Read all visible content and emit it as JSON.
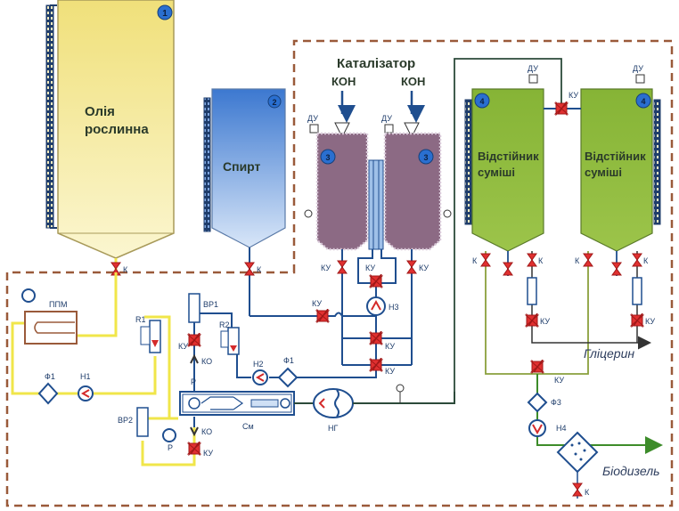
{
  "diagram": {
    "title": "Технологічна схема виробництва біодизеля",
    "tanks": {
      "oil": {
        "label_line1": "Олія",
        "label_line2": "рослинна",
        "number": "1",
        "color": "#f3e79a"
      },
      "alcohol": {
        "label": "Спирт",
        "number": "2",
        "color": "#5b8fd6"
      },
      "reactor_left": {
        "number": "3",
        "color": "#8c6a84"
      },
      "reactor_right": {
        "number": "3",
        "color": "#8c6a84"
      },
      "settler_left": {
        "label_line1": "Відстійник",
        "label_line2": "суміші",
        "number": "4",
        "color": "#8fb83a"
      },
      "settler_right": {
        "label_line1": "Відстійник",
        "label_line2": "суміші",
        "number": "4",
        "color": "#8fb83a"
      }
    },
    "catalyst": {
      "title": "Каталізатор",
      "feed_left": "КОН",
      "feed_right": "КОН"
    },
    "equipment": {
      "heater": "ППМ",
      "filter1": "Ф1",
      "pump1": "Н1",
      "rotameter1": "R1",
      "rotameter2": "R2",
      "dispenser1": "ВР1",
      "dispenser2": "ВР2",
      "pump2": "Н2",
      "filter_f1b": "Ф1",
      "pump3": "Н3",
      "mixer": "См",
      "homogenizer": "НГ",
      "filter3": "Ф3",
      "pump4": "Н4",
      "pressure": "Р",
      "check_valve": "КО",
      "level_sensor": "ДУ"
    },
    "valves": {
      "shutoff": "К",
      "control": "КУ"
    },
    "outputs": {
      "glycerin": "Гліцерин",
      "biodiesel": "Біодизель"
    },
    "colors": {
      "oil_line": "#f0e64a",
      "process_line": "#1f4e8f",
      "settler_line": "#8aa03c",
      "valve": "#d42a2a",
      "boundary": "#9a5a3a"
    }
  }
}
